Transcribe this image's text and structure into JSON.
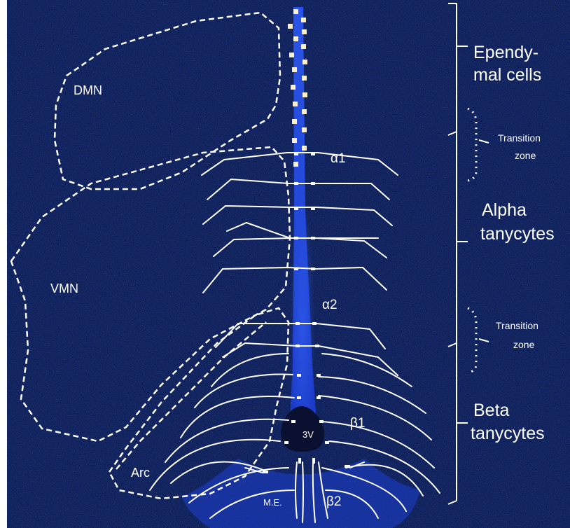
{
  "labels": {
    "dmn": "DMN",
    "vmn": "VMN",
    "arc": "Arc",
    "me": "M.E.",
    "third_ventricle": "3V",
    "alpha1": "α1",
    "alpha2": "α2",
    "beta1": "β1",
    "beta2": "β2"
  },
  "legend": {
    "ependymal_line1": "Ependy-",
    "ependymal_line2": "mal cells",
    "transition1_line1": "Transition",
    "transition1_line2": "zone",
    "alpha_line1": "Alpha",
    "alpha_line2": "tanycytes",
    "transition2_line1": "Transition",
    "transition2_line2": "zone",
    "beta_line1": "Beta",
    "beta_line2": "tanycytes"
  },
  "colors": {
    "tissue_background": "#0b1a4d",
    "ventricle_glow": "#2b59ff",
    "annotation": "#ffffff",
    "frame": "#ffffff"
  }
}
